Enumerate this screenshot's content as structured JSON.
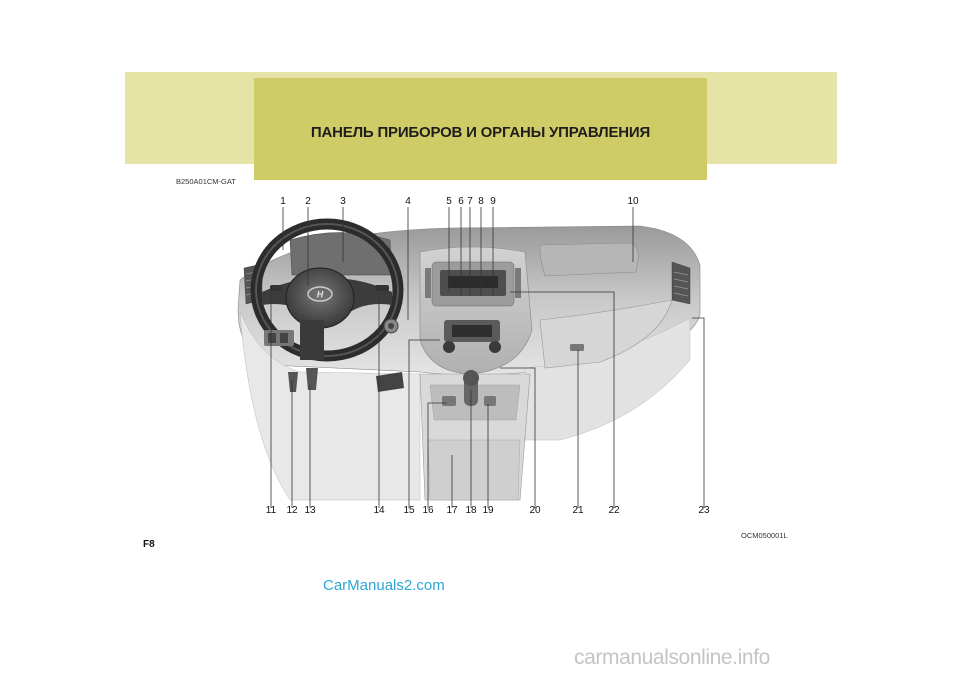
{
  "header": {
    "title": "ПАНЕЛЬ ПРИБОРОВ И ОРГАНЫ УПРАВЛЕНИЯ"
  },
  "codes": {
    "top": "B250A01CM-GAT",
    "bottom": "OCM050001L"
  },
  "page": {
    "number": "F8"
  },
  "watermarks": {
    "left": "CarManuals2.com",
    "right": "carmanualsonline.info"
  },
  "callouts": {
    "top": [
      "1",
      "2",
      "3",
      "4",
      "5",
      "6",
      "7",
      "8",
      "9",
      "10"
    ],
    "bottom": [
      "11",
      "12",
      "13",
      "14",
      "15",
      "16",
      "17",
      "18",
      "19",
      "20",
      "21",
      "22",
      "23"
    ]
  },
  "colors": {
    "band_light": "#e6e3a6",
    "band_dark": "#cfcc68",
    "watermark": "#2da7d6"
  }
}
